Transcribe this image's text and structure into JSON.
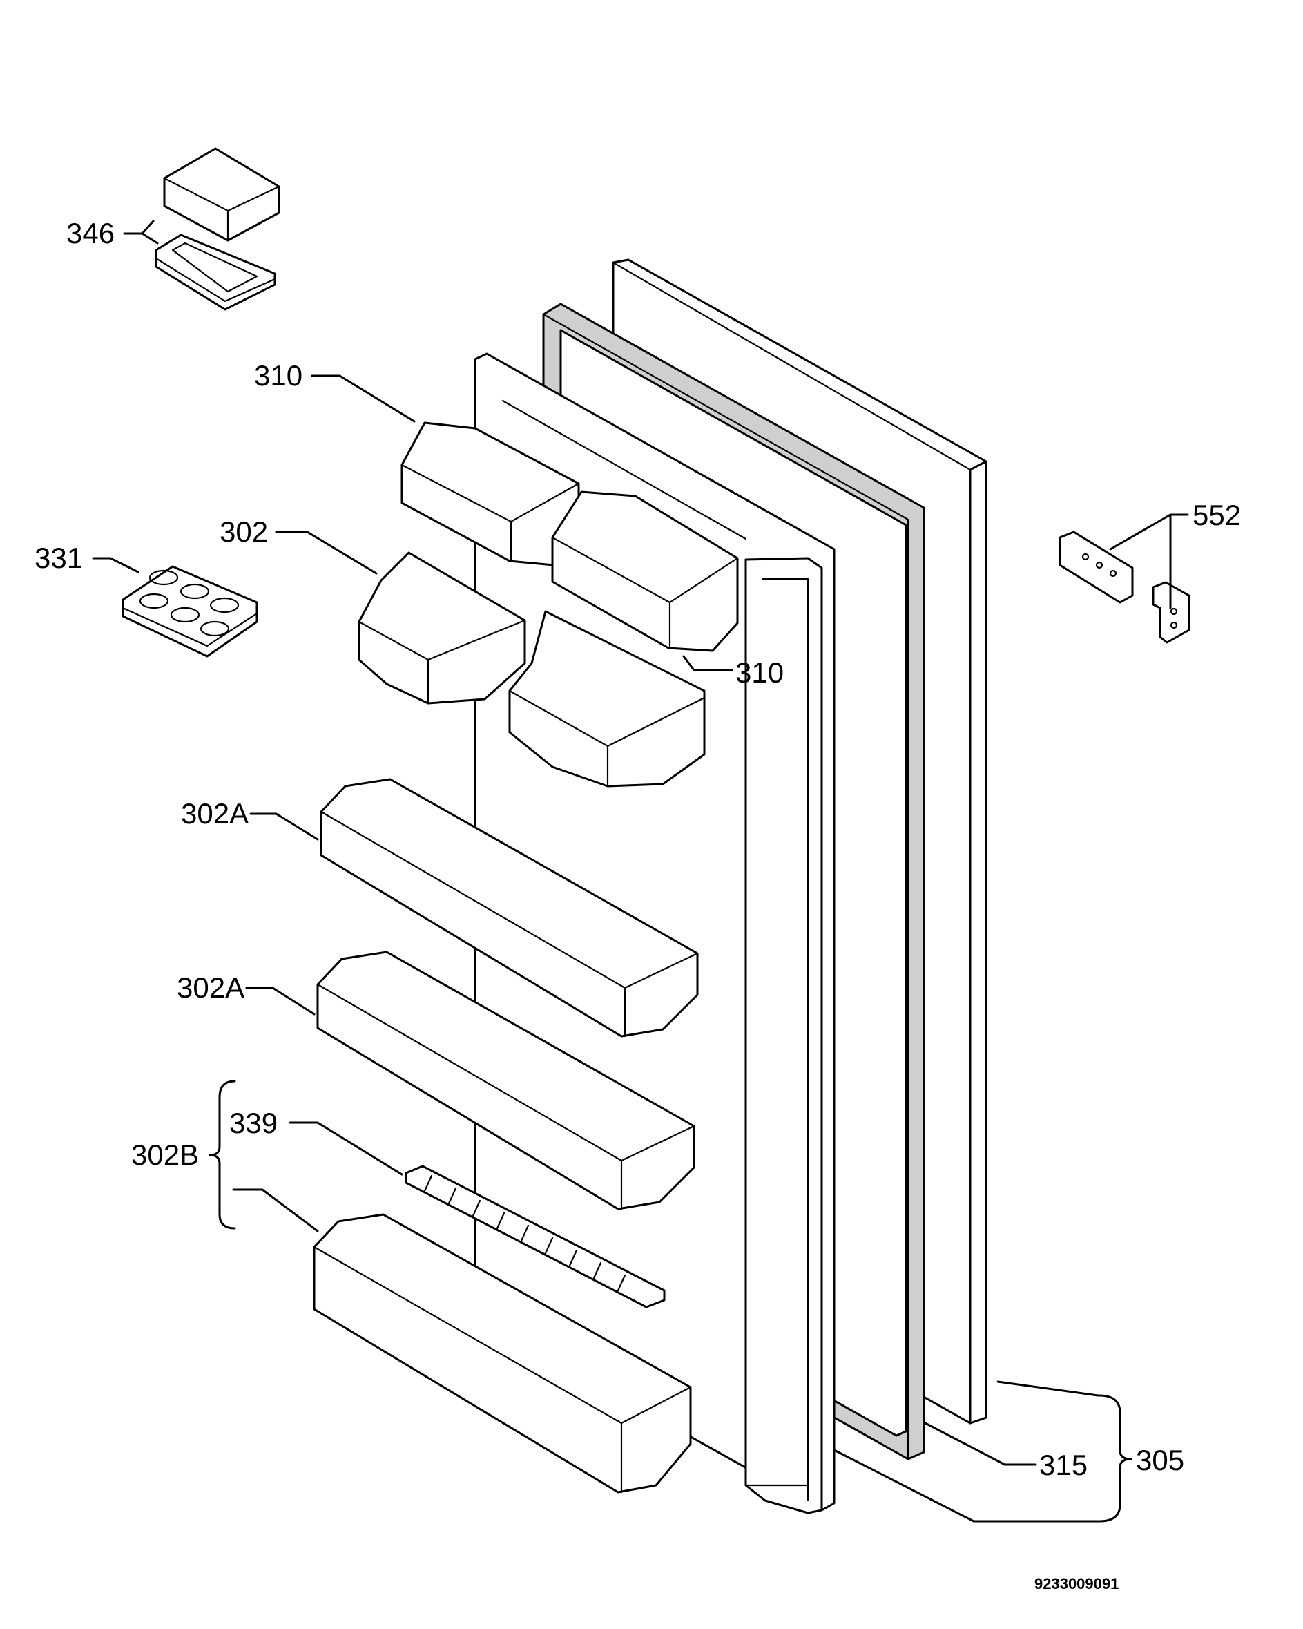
{
  "diagram": {
    "callouts": {
      "c346": "346",
      "c310_top": "310",
      "c302": "302",
      "c331": "331",
      "c310_mid": "310",
      "c552": "552",
      "c302a_1": "302A",
      "c302a_2": "302A",
      "c302b": "302B",
      "c339": "339",
      "c315": "315",
      "c305": "305"
    },
    "document_number": "9233009091"
  }
}
